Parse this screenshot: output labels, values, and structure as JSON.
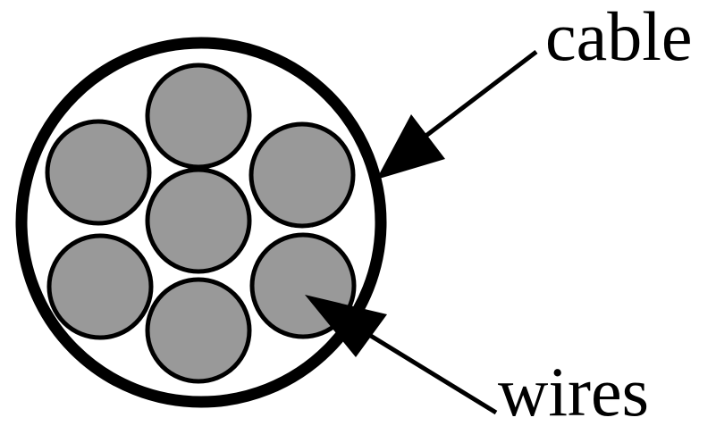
{
  "labels": {
    "cable": "cable",
    "wires": "wires"
  },
  "colors": {
    "outline": "#000000",
    "wire_fill": "#999999",
    "cable_fill": "#ffffff"
  },
  "wire_count": 7
}
